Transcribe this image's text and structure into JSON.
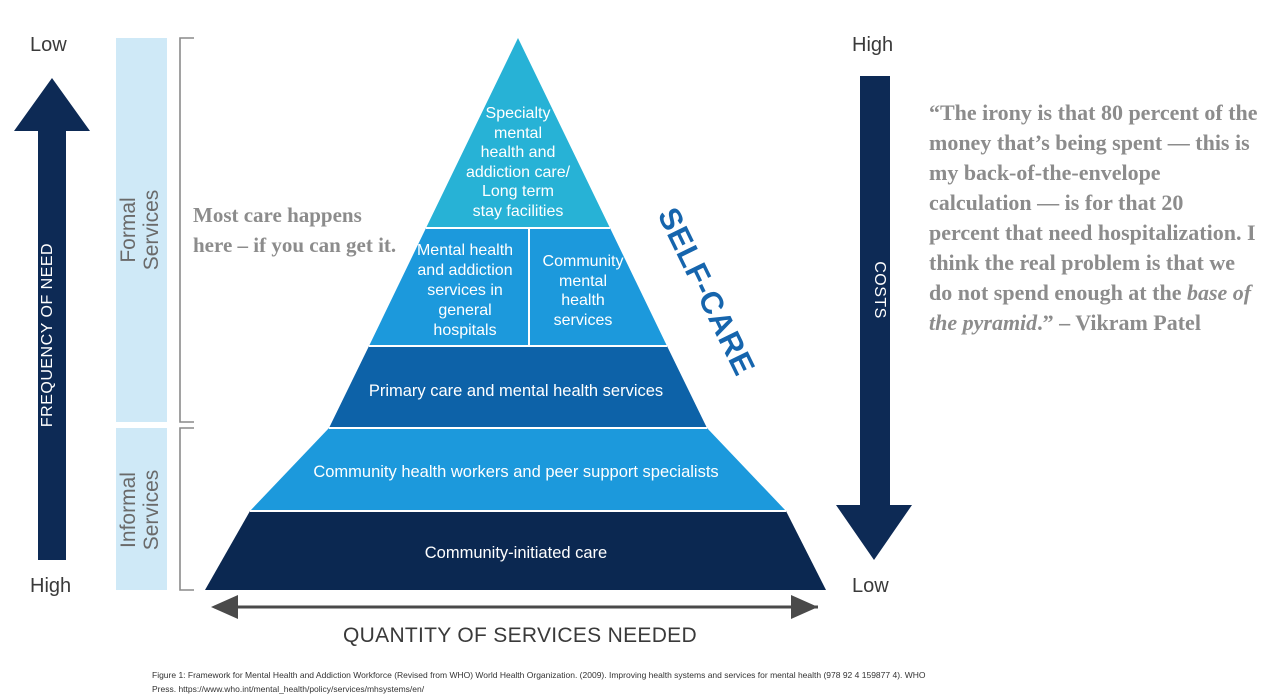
{
  "left_axis": {
    "top_label": "Low",
    "bottom_label": "High",
    "title": "FREQUENCY OF NEED"
  },
  "right_axis": {
    "top_label": "High",
    "bottom_label": "Low",
    "title": "COSTS"
  },
  "bottom_axis": {
    "title": "QUANTITY OF SERVICES NEEDED"
  },
  "service_groups": {
    "formal": [
      "Formal",
      "Services"
    ],
    "informal": [
      "Informal",
      "Services"
    ]
  },
  "pyramid": {
    "side_label": "SELF-CARE",
    "tiers": {
      "specialty": [
        "Specialty",
        "mental",
        "health and",
        "addiction care/",
        "Long term",
        "stay facilities"
      ],
      "general_hospitals": [
        "Mental health",
        "and addiction",
        "services in",
        "general",
        "hospitals"
      ],
      "community_mental_health": [
        "Community",
        "mental",
        "health",
        "services"
      ],
      "primary_care": "Primary care and mental health services",
      "community_workers": "Community health workers and peer support specialists",
      "community_initiated": "Community-initiated care"
    }
  },
  "note": "Most care happens here – if you can get it.",
  "quote": {
    "text_before": "“The irony is that 80 percent of the money that’s being spent — this is my back-of-the-envelope calculation — is for that 20 percent that need hospitalization. I think the real problem is that we do not spend enough at the ",
    "emphasis": "base of the pyramid",
    "text_after": ".” – Vikram Patel"
  },
  "caption": "Figure 1: Framework for Mental Health and Addiction Workforce (Revised from WHO)  World Health Organization. (2009). Improving health systems and services for mental health (978 92 4 159877 4). WHO Press. https://www.who.int/mental_health/policy/services/mhsystems/en/",
  "colors": {
    "navy": "#0d2a55",
    "tier_top": "#27b2d6",
    "tier_second": "#1c99dc",
    "tier_primary": "#0d62a8",
    "tier_workers": "#1c99dc",
    "tier_base": "#0b2851",
    "self_care": "#1665ad",
    "band": "#cfe9f7"
  }
}
